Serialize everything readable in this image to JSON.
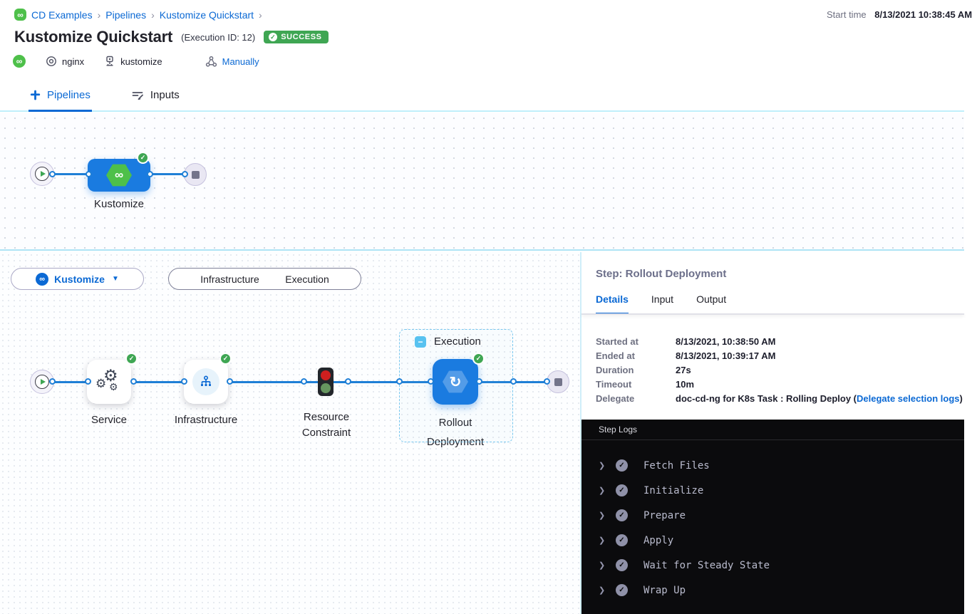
{
  "colors": {
    "accent_blue": "#0b69d4",
    "node_blue": "#1a7be0",
    "brand_green": "#4ec04a",
    "success_green": "#3fa653",
    "log_background": "#0b0b0d",
    "cyan_border": "#bfeffb"
  },
  "header": {
    "breadcrumb": {
      "items": [
        "CD Examples",
        "Pipelines",
        "Kustomize Quickstart"
      ],
      "separator": "›"
    },
    "start_time_label": "Start time",
    "start_time_value": "8/13/2021 10:38:45 AM",
    "title": "Kustomize Quickstart",
    "execution_id": "(Execution ID: 12)",
    "status_badge": "SUCCESS",
    "tags": {
      "service": "nginx",
      "environment": "kustomize",
      "trigger": "Manually"
    }
  },
  "tabs": {
    "pipelines": "Pipelines",
    "inputs": "Inputs"
  },
  "top_graph": {
    "stage_label": "Kustomize"
  },
  "stage_toolbar": {
    "stage_selector_label": "Kustomize",
    "toggle": {
      "option_a": "Infrastructure",
      "option_b": "Execution"
    }
  },
  "execution_graph": {
    "group_label": "Execution",
    "nodes": [
      {
        "label": "Service"
      },
      {
        "label": "Infrastructure"
      },
      {
        "label": "Resource Constraint"
      },
      {
        "label": "Rollout Deployment"
      }
    ]
  },
  "step_panel": {
    "title": "Step: Rollout Deployment",
    "tabs": [
      "Details",
      "Input",
      "Output"
    ],
    "details": [
      {
        "label": "Started at",
        "value": "8/13/2021, 10:38:50 AM"
      },
      {
        "label": "Ended at",
        "value": "8/13/2021, 10:39:17 AM"
      },
      {
        "label": "Duration",
        "value": "27s"
      },
      {
        "label": "Timeout",
        "value": "10m"
      }
    ],
    "delegate": {
      "label": "Delegate",
      "value_prefix": "doc-cd-ng for K8s Task : Rolling Deploy (",
      "link": "Delegate selection logs",
      "value_suffix": ")"
    }
  },
  "step_logs": {
    "title": "Step Logs",
    "items": [
      "Fetch Files",
      "Initialize",
      "Prepare",
      "Apply",
      "Wait for Steady State",
      "Wrap Up"
    ]
  }
}
